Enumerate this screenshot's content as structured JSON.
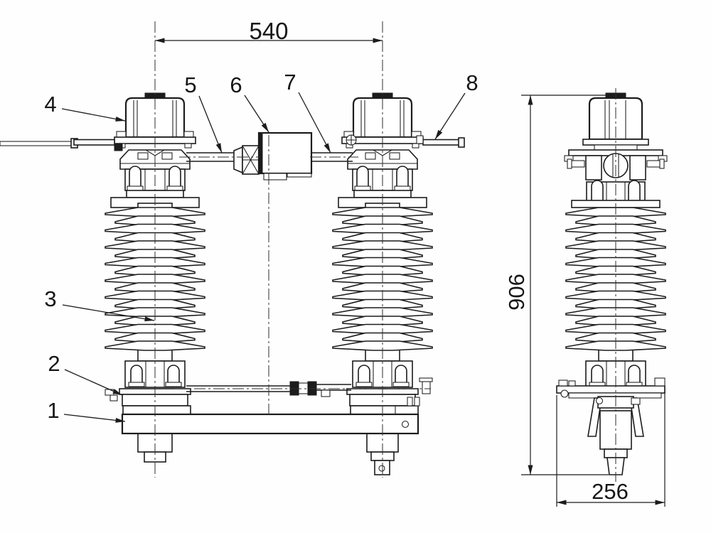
{
  "dimensions": {
    "span_between_poles": "540",
    "overall_height": "906",
    "base_depth": "256"
  },
  "callouts": [
    {
      "label": "1"
    },
    {
      "label": "2"
    },
    {
      "label": "3"
    },
    {
      "label": "4"
    },
    {
      "label": "5"
    },
    {
      "label": "6"
    },
    {
      "label": "7"
    },
    {
      "label": "8"
    }
  ]
}
